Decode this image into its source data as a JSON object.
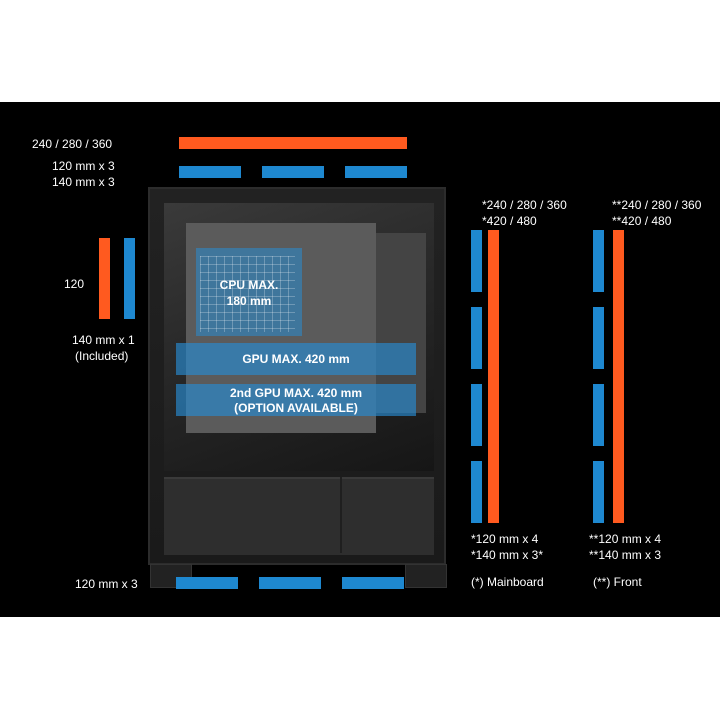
{
  "colors": {
    "orange": "#ff5a1f",
    "blue": "#1e88d0",
    "background": "#000000"
  },
  "labels": {
    "top_radiator": "240 / 280 / 360",
    "top_fans_1": "120 mm x 3",
    "top_fans_2": "140 mm x 3",
    "rear_fan": "120",
    "rear_fan_2": "140 mm x 1",
    "rear_fan_3": "(Included)",
    "bottom_fans": "120 mm x 3",
    "cpu_1": "CPU MAX.",
    "cpu_2": "180 mm",
    "gpu": "GPU MAX. 420 mm",
    "gpu2_1": "2nd GPU MAX. 420 mm",
    "gpu2_2": "(OPTION AVAILABLE)",
    "mainboard_rad_1": "*240 / 280 / 360",
    "mainboard_rad_2": "*420 / 480",
    "mainboard_fans_1": "*120 mm x 4",
    "mainboard_fans_2": "*140 mm x 3*",
    "mainboard_note": "(*) Mainboard",
    "front_rad_1": "**240 / 280 / 360",
    "front_rad_2": "**420 / 480",
    "front_fans_1": "**120 mm x 4",
    "front_fans_2": "**140 mm x 3",
    "front_note": "(**) Front"
  }
}
